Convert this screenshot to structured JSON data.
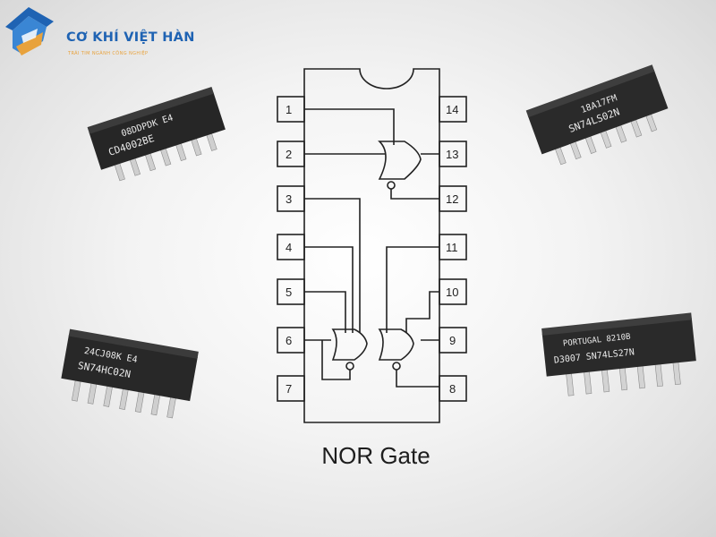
{
  "brand": {
    "name": "CƠ KHÍ VIỆT HÀN",
    "slogan": "TRÁI TIM NGÀNH CÔNG NGHIỆP",
    "logo_icon": "house-roof-logo-icon",
    "colors": {
      "primary": "#1f63b3",
      "accent": "#e8a23c"
    }
  },
  "diagram": {
    "caption": "NOR Gate",
    "left_pins": [
      "1",
      "2",
      "3",
      "4",
      "5",
      "6",
      "7"
    ],
    "right_pins": [
      "14",
      "13",
      "12",
      "11",
      "10",
      "9",
      "8"
    ]
  },
  "chips": {
    "top_left": {
      "line1": "08DDPDK E4",
      "line2": "CD4002BE"
    },
    "top_right": {
      "line1": "18A17FM",
      "line2": "SN74LS02N"
    },
    "bottom_left": {
      "line1": "24CJ08K E4",
      "line2": "SN74HC02N"
    },
    "bottom_right": {
      "line1": "PORTUGAL 8210B",
      "line2": "D3007 SN74LS27N"
    }
  }
}
